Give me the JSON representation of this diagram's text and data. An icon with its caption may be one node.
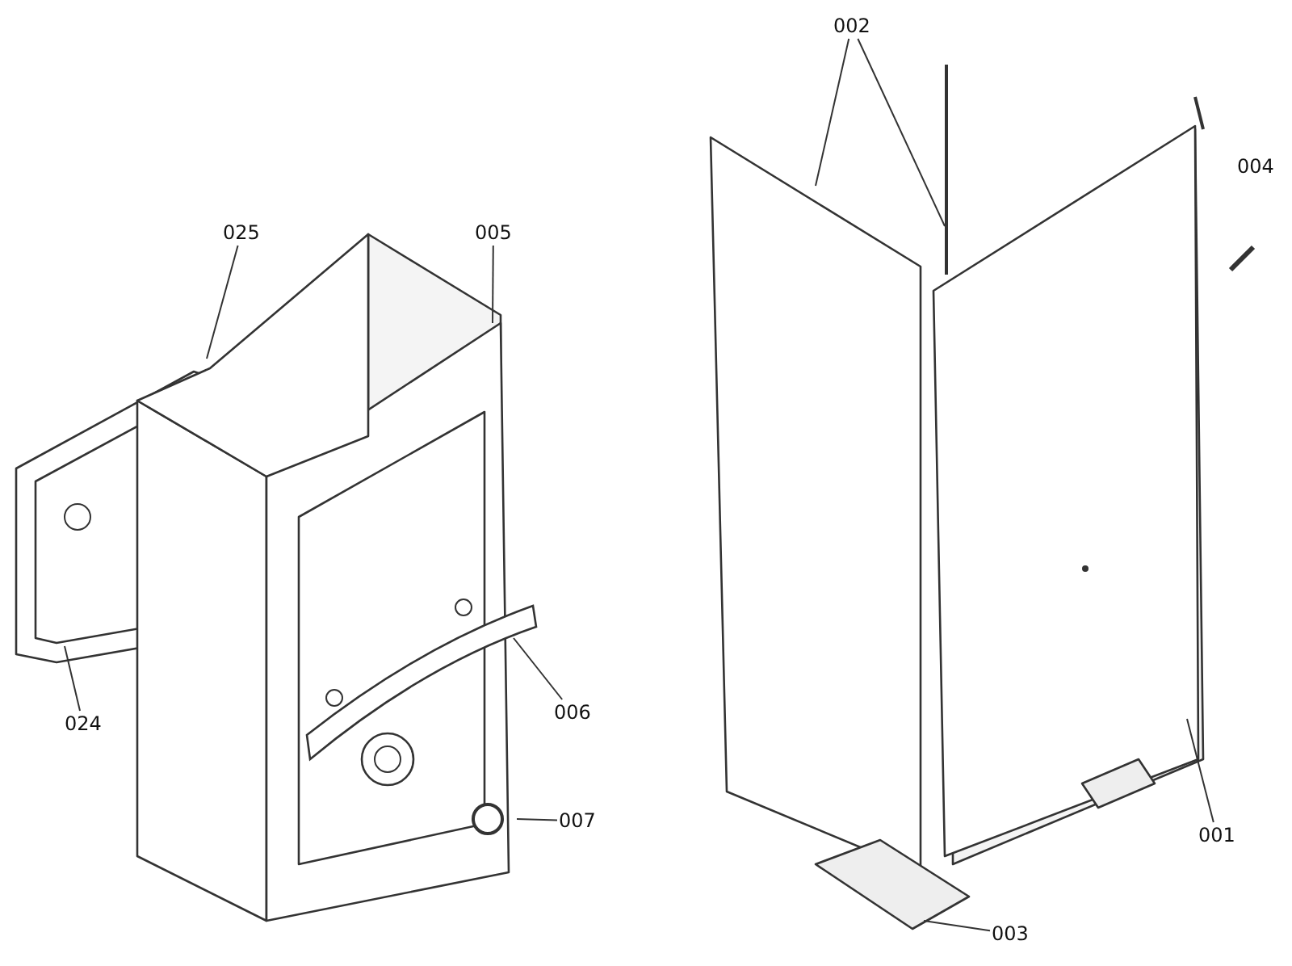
{
  "diagram": {
    "nodes": [
      {
        "text": [
          "025"
        ]
      },
      {
        "text": [
          "005"
        ]
      },
      {
        "text": [
          "024"
        ]
      },
      {
        "text": [
          "006"
        ]
      },
      {
        "text": [
          "007"
        ]
      },
      {
        "text": [
          "002"
        ]
      },
      {
        "text": [
          "001"
        ]
      },
      {
        "text": [
          "003"
        ]
      }
    ],
    "edges": [
      {
        "from": 0,
        "to": null,
        "arrow": "none"
      },
      {
        "from": 1,
        "to": null,
        "arrow": "none"
      },
      {
        "from": 2,
        "to": null,
        "arrow": "none"
      },
      {
        "from": 3,
        "to": null,
        "arrow": "none"
      },
      {
        "from": 4,
        "to": null,
        "arrow": "none"
      },
      {
        "from": 5,
        "to": null,
        "arrow": "none"
      },
      {
        "from": 5,
        "to": null,
        "arrow": "none"
      },
      {
        "from": 6,
        "to": null,
        "arrow": "none"
      },
      {
        "from": 7,
        "to": null,
        "arrow": "none"
      }
    ],
    "labels": [
      "004"
    ]
  }
}
